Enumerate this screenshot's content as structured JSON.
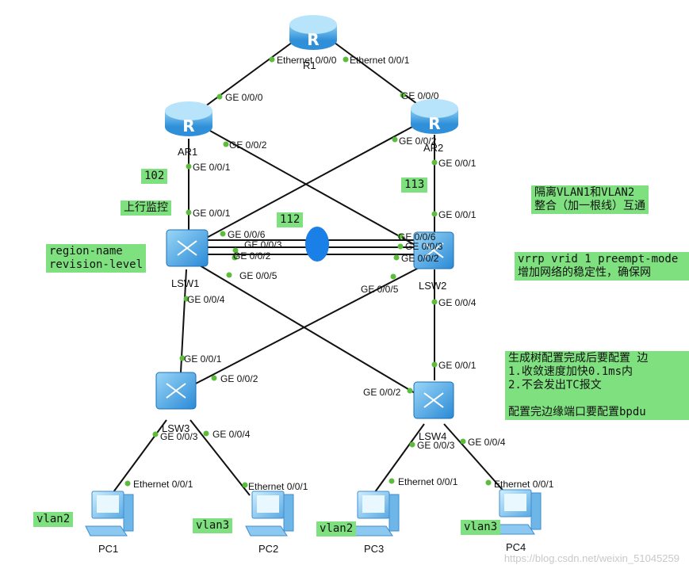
{
  "devices": {
    "r1": "R1",
    "ar1": "AR1",
    "ar2": "AR2",
    "lsw1": "LSW1",
    "lsw2": "LSW2",
    "lsw3": "LSW3",
    "lsw4": "LSW4",
    "pc1": "PC1",
    "pc2": "PC2",
    "pc3": "PC3",
    "pc4": "PC4"
  },
  "ports": {
    "r1_left": "Ethernet 0/0/0",
    "r1_right": "Ethernet 0/0/1",
    "ar1_top": "GE 0/0/0",
    "ar1_cross": "GE 0/0/2",
    "ar1_down": "GE 0/0/1",
    "ar2_top": "GE 0/0/0",
    "ar2_cross": "GE 0/0/2",
    "ar2_down": "GE 0/0/1",
    "lsw1_up": "GE 0/0/1",
    "lsw1_g6": "GE 0/0/6",
    "lsw1_g3": "GE 0/0/3",
    "lsw1_g2": "GE 0/0/2",
    "lsw1_g5": "GE 0/0/5",
    "lsw1_g4": "GE 0/0/4",
    "lsw2_g6": "GE 0/0/6",
    "lsw2_g3": "GE 0/0/3",
    "lsw2_g2": "GE 0/0/2",
    "lsw2_up": "GE 0/0/1",
    "lsw2_g5": "GE 0/0/5",
    "lsw2_g4": "GE 0/0/4",
    "lsw3_g1": "GE 0/0/1",
    "lsw3_g2": "GE 0/0/2",
    "lsw3_g3": "GE 0/0/3",
    "lsw3_g4": "GE 0/0/4",
    "lsw4_g1": "GE 0/0/1",
    "lsw4_g2": "GE 0/0/2",
    "lsw4_g3": "GE 0/0/3",
    "lsw4_g4": "GE 0/0/4",
    "pc1_eth": "Ethernet 0/0/1",
    "pc2_eth": "Ethernet 0/0/1",
    "pc3_eth": "Ethernet 0/0/1",
    "pc4_eth": "Ethernet 0/0/1"
  },
  "notes": {
    "n102": "102",
    "n113": "113",
    "n112": "112",
    "uplink": "上行监控",
    "region": "region-name\nrevision-level",
    "isolate": "隔离VLAN1和VLAN2\n整合（加一根线）互通",
    "vrrp": "vrrp vrid 1 preempt-mode\n增加网络的稳定性，确保网",
    "stp": "生成树配置完成后要配置 边\n1.收敛速度加快0.1ms内\n2.不会发出TC报文\n\n配置完边缘端口要配置bpdu",
    "vlan_pc1": "vlan2",
    "vlan_pc2": "vlan3",
    "vlan_pc3": "vlan2",
    "vlan_pc4": "vlan3"
  },
  "watermark": "https://blog.csdn.net/weixin_51045259",
  "colors": {
    "link": "#111111",
    "dot": "#5cbc3c",
    "note_bg": "#7ee07e",
    "router": "#4da6e0",
    "blob": "#1a7fe6"
  }
}
